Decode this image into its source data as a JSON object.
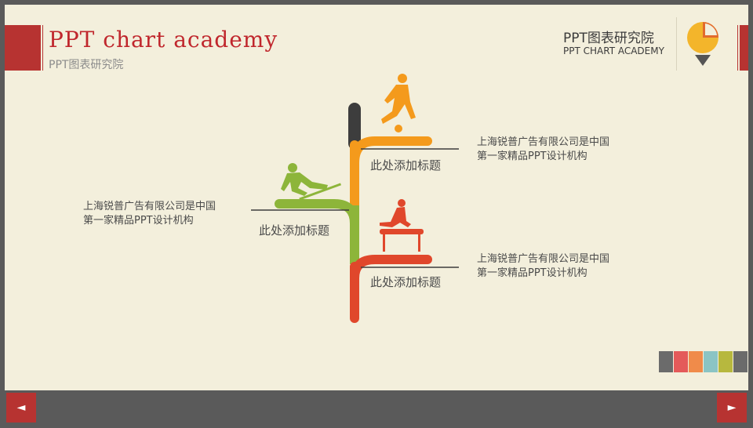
{
  "header": {
    "title": "PPT chart academy",
    "subtitle": "PPT图表研究院",
    "brand_cn": "PPT图表研究院",
    "brand_en": "PPT CHART ACADEMY"
  },
  "logo": {
    "icon": "pie-pencil-logo-icon",
    "colors": [
      "#f3b52b",
      "#e26a2c",
      "#555555"
    ]
  },
  "diagram": {
    "stem_color": "#3d3d3d",
    "items": [
      {
        "label": "此处添加标题",
        "description_line1": "上海锐普广告有限公司是中国",
        "description_line2": "第一家精品PPT设计机构",
        "color": "#f49a1c",
        "icon": "soccer-player-icon",
        "side": "right"
      },
      {
        "label": "此处添加标题",
        "description_line1": "上海锐普广告有限公司是中国",
        "description_line2": "第一家精品PPT设计机构",
        "color": "#8db53a",
        "icon": "skier-icon",
        "side": "left"
      },
      {
        "label": "此处添加标题",
        "description_line1": "上海锐普广告有限公司是中国",
        "description_line2": "第一家精品PPT设计机构",
        "color": "#e0472b",
        "icon": "gymnast-pommel-horse-icon",
        "side": "right"
      }
    ]
  },
  "swatches": [
    "#6b6b6b",
    "#e45a5a",
    "#f08b4a",
    "#8bc4c4",
    "#b7b83e",
    "#6b6b6b"
  ],
  "nav": {
    "prev": "◄",
    "next": "►"
  }
}
